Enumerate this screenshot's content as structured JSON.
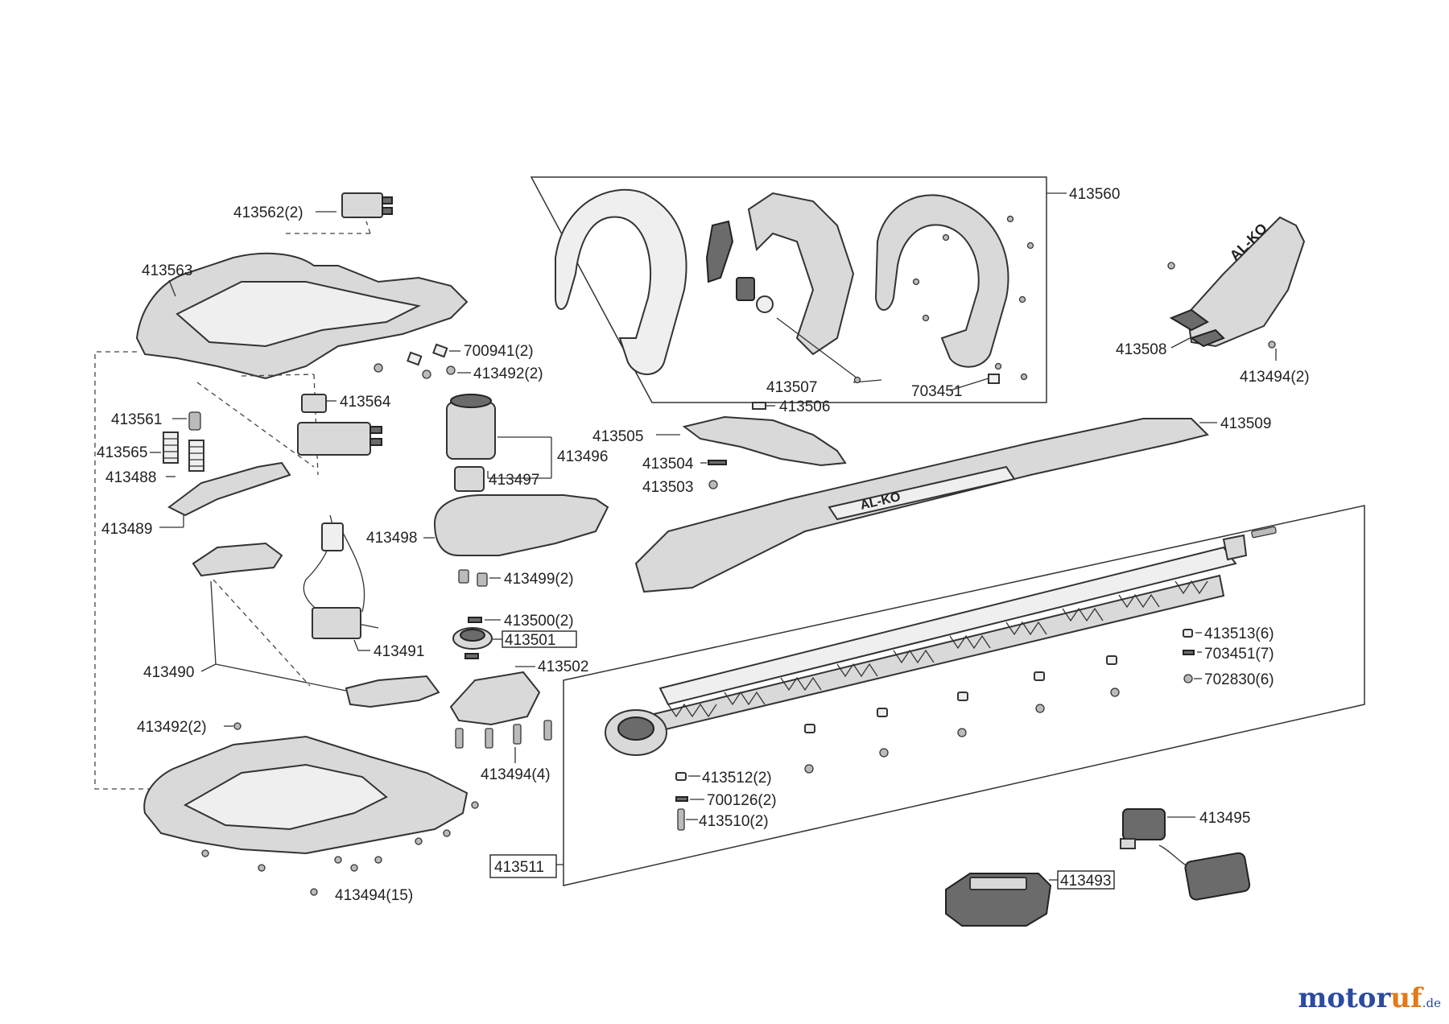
{
  "labels": {
    "l413560": "413560",
    "l413562": "413562(2)",
    "l413563": "413563",
    "l700941": "700941(2)",
    "l413492a": "413492(2)",
    "l413564": "413564",
    "l413561": "413561",
    "l413565": "413565",
    "l413488": "413488",
    "l413489": "413489",
    "l413496": "413496",
    "l413497": "413497",
    "l413498": "413498",
    "l413499": "413499(2)",
    "l413500": "413500(2)",
    "l413501": "413501",
    "l413502": "413502",
    "l413491": "413491",
    "l413490": "413490",
    "l413492b": "413492(2)",
    "l413494a": "413494(4)",
    "l413494b": "413494(15)",
    "l413507": "413507",
    "l703451a": "703451",
    "l413506": "413506",
    "l413505": "413505",
    "l413504": "413504",
    "l413503": "413503",
    "l413509": "413509",
    "l413508": "413508",
    "l413494c": "413494(2)",
    "l413513": "413513(6)",
    "l703451b": "703451(7)",
    "l702830": "702830(6)",
    "l413512": "413512(2)",
    "l700126": "700126(2)",
    "l413510": "413510(2)",
    "l413511": "413511",
    "l413495": "413495",
    "l413493": "413493"
  },
  "logo_text": "AL-KO",
  "brand": {
    "main": "motor",
    "accent": "uf",
    "tld": ".de"
  },
  "colors": {
    "line": "#333333",
    "brand_blue": "#2b4aa0",
    "brand_orange": "#e07a1a"
  },
  "icons": {
    "screw": "screw-icon",
    "spring": "spring-icon",
    "gear": "gear-icon"
  }
}
